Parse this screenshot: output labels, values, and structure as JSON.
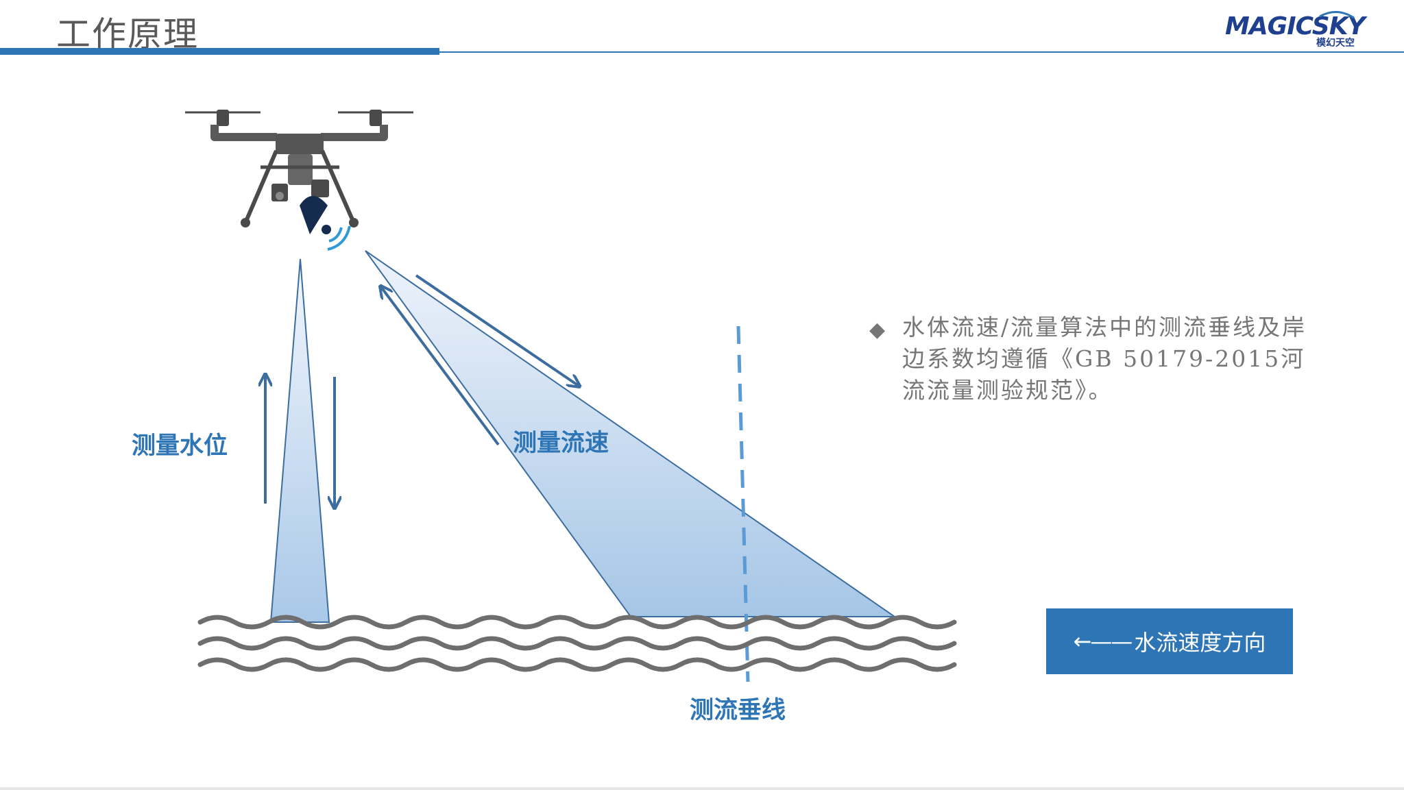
{
  "header": {
    "title": "工作原理",
    "logo_text": "MAGICSKY",
    "logo_sub": "模幻天空"
  },
  "diagram": {
    "label_water_level": "测量水位",
    "label_flow_velocity": "测量流速",
    "label_vertical_line": "测流垂线"
  },
  "note": {
    "bullet": "◆",
    "text": "水体流速/流量算法中的测流垂线及岸边系数均遵循《GB 50179-2015河流流量测验规范》。"
  },
  "flow_direction": {
    "arrow": "←——",
    "label": "水流速度方向"
  },
  "colors": {
    "accent": "#2e75b6",
    "beam_top": "#e8f0fa",
    "beam_bottom": "#a9c8e8",
    "wave": "#6e6e6e",
    "drone": "#4a4a4a"
  }
}
